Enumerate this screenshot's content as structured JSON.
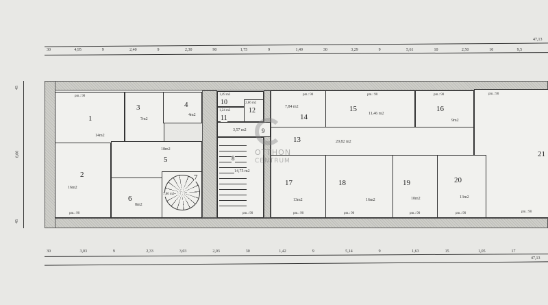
{
  "dimensions": {
    "top_total": "47,13",
    "top_segments": [
      "30",
      "4,95",
      "9",
      "2,40",
      "9",
      "2,30",
      "90",
      "1,75",
      "9",
      "1,49",
      "30",
      "3,29",
      "9",
      "5,61",
      "10",
      "2,50",
      "10",
      "9,5"
    ],
    "bottom_total": "47,13",
    "bottom_segments": [
      "30",
      "3,03",
      "9",
      "2,33",
      "3,03",
      "2,03",
      "30",
      "1,42",
      "9",
      "5,14",
      "9",
      "1,63",
      "15",
      "1,05",
      "17"
    ],
    "left_segments": [
      "45",
      "6,00",
      "45"
    ]
  },
  "rooms": {
    "r1": {
      "num": "1",
      "area": "14m2"
    },
    "r2": {
      "num": "2",
      "area": "16m2"
    },
    "r3": {
      "num": "3",
      "area": "7m2"
    },
    "r4": {
      "num": "4",
      "area": "4m2"
    },
    "r5": {
      "num": "5",
      "area": "18m2"
    },
    "r6": {
      "num": "6",
      "area": "8m2"
    },
    "r7": {
      "num": "7",
      "area": "7,80 m2"
    },
    "r8": {
      "num": "8",
      "area": "14,75 m2"
    },
    "r9": {
      "num": "9",
      "area": "3,57 m2"
    },
    "r10": {
      "num": "10",
      "area": "1,49 m2"
    },
    "r11": {
      "num": "11",
      "area": "1,24 m2"
    },
    "r12": {
      "num": "12",
      "area": "2,86 m2"
    },
    "r13": {
      "num": "13",
      "area": "20,82 m2"
    },
    "r14": {
      "num": "14",
      "area": "7,84 m2"
    },
    "r15": {
      "num": "15",
      "area": "11,46 m2"
    },
    "r16": {
      "num": "16",
      "area": "9m2"
    },
    "r17": {
      "num": "17",
      "area": "13m2"
    },
    "r18": {
      "num": "18",
      "area": "16m2"
    },
    "r19": {
      "num": "19",
      "area": "10m2"
    },
    "r20": {
      "num": "20",
      "area": "13m2"
    },
    "r21": {
      "num": "21",
      "area": ""
    }
  },
  "sill_label": "pm.: 90",
  "watermark": {
    "line1": "OTTHON",
    "line2": "CENTRUM"
  }
}
